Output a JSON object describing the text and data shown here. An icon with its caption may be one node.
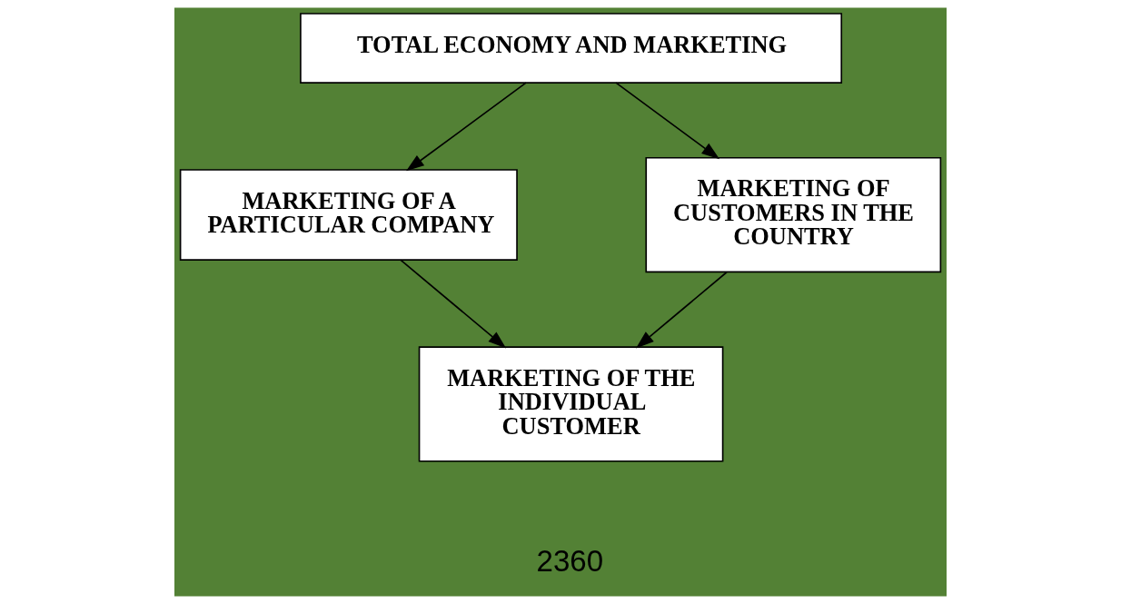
{
  "diagram": {
    "nodes": [
      {
        "text": [
          "TOTAL ECONOMY AND MARKETING"
        ]
      },
      {
        "text": [
          "MARKETING OF A PARTICULAR COMPANY"
        ]
      },
      {
        "text": [
          "MARKETING OF CUSTOMERS IN THE COUNTRY"
        ]
      },
      {
        "text": [
          "MARKETING OF THE INDIVIDUAL CUSTOMER"
        ]
      }
    ],
    "edges": [
      {
        "from": 0,
        "to": 1,
        "arrow": "to"
      },
      {
        "from": 0,
        "to": 2,
        "arrow": "to"
      },
      {
        "from": 1,
        "to": 3,
        "arrow": "to"
      },
      {
        "from": 2,
        "to": 3,
        "arrow": "to"
      }
    ],
    "labels": [
      "2360"
    ]
  }
}
